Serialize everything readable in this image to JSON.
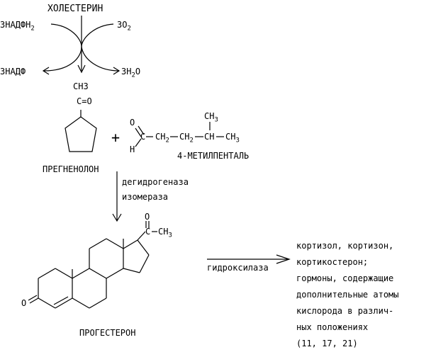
{
  "cholesterol": "ХОЛЕСТЕРИН",
  "cofactors": {
    "nadph2_prefix": "3НАДФН",
    "nadph2_sub": "2",
    "o2_prefix": "3O",
    "o2_sub": "2",
    "nadp": "3НАДФ",
    "h2o_prefix": "3H",
    "h2o_sub": "2",
    "h2o_suffix": "O"
  },
  "pregnenolone": {
    "ch3": "CH3",
    "co": "C=O",
    "name": "ПРЕГНЕНОЛОН"
  },
  "plus": "+",
  "methylpentanal": {
    "ch3": "CH",
    "ch3_sub": "3",
    "o": "O",
    "h": "H",
    "c1": "C",
    "ch2a": "CH",
    "ch2a_sub": "2",
    "ch2b": "CH",
    "ch2b_sub": "2",
    "ch": "CH",
    "ch3b": "CH",
    "ch3b_sub": "3",
    "name": "4-МЕТИЛПЕНТАЛЬ"
  },
  "enzymes": {
    "dehydrogenase": "дегидрогеназа",
    "isomerase": "изомераза",
    "hydroxylase": "гидроксилаза"
  },
  "progesterone": {
    "o_ketone": "O",
    "ch3": "CH",
    "ch3_sub": "3",
    "c": "C",
    "o_ring": "O",
    "name": "ПРОГЕСТЕРОН"
  },
  "products": [
    "кортизол, кортизон,",
    "кортикостерон;",
    "гормоны, содержащие",
    "дополнительные атомы",
    "кислорода в различ-",
    "ных положениях",
    "(11, 17, 21)"
  ]
}
